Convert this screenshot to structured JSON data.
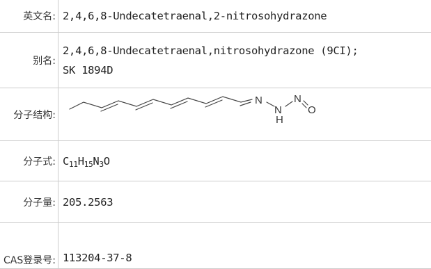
{
  "rows": {
    "english_name": {
      "label": "英文名:",
      "value": "2,4,6,8-Undecatetraenal,2-nitrosohydrazone"
    },
    "alias": {
      "label": "别名:",
      "line1": "2,4,6,8-Undecatetraenal,nitrosohydrazone (9CI);",
      "line2": "SK 1894D"
    },
    "structure": {
      "label": "分子结构:",
      "atoms": {
        "n1": "N",
        "n2": "N",
        "h": "H",
        "n3": "N",
        "o": "O"
      }
    },
    "formula": {
      "label": "分子式:",
      "c": "C",
      "c_count": "11",
      "h": "H",
      "h_count": "15",
      "n": "N",
      "n_count": "3",
      "o": "O"
    },
    "mass": {
      "label": "分子量:",
      "value": "205.2563"
    },
    "cas": {
      "label": "CAS登录号:",
      "value": "113204-37-8"
    }
  }
}
